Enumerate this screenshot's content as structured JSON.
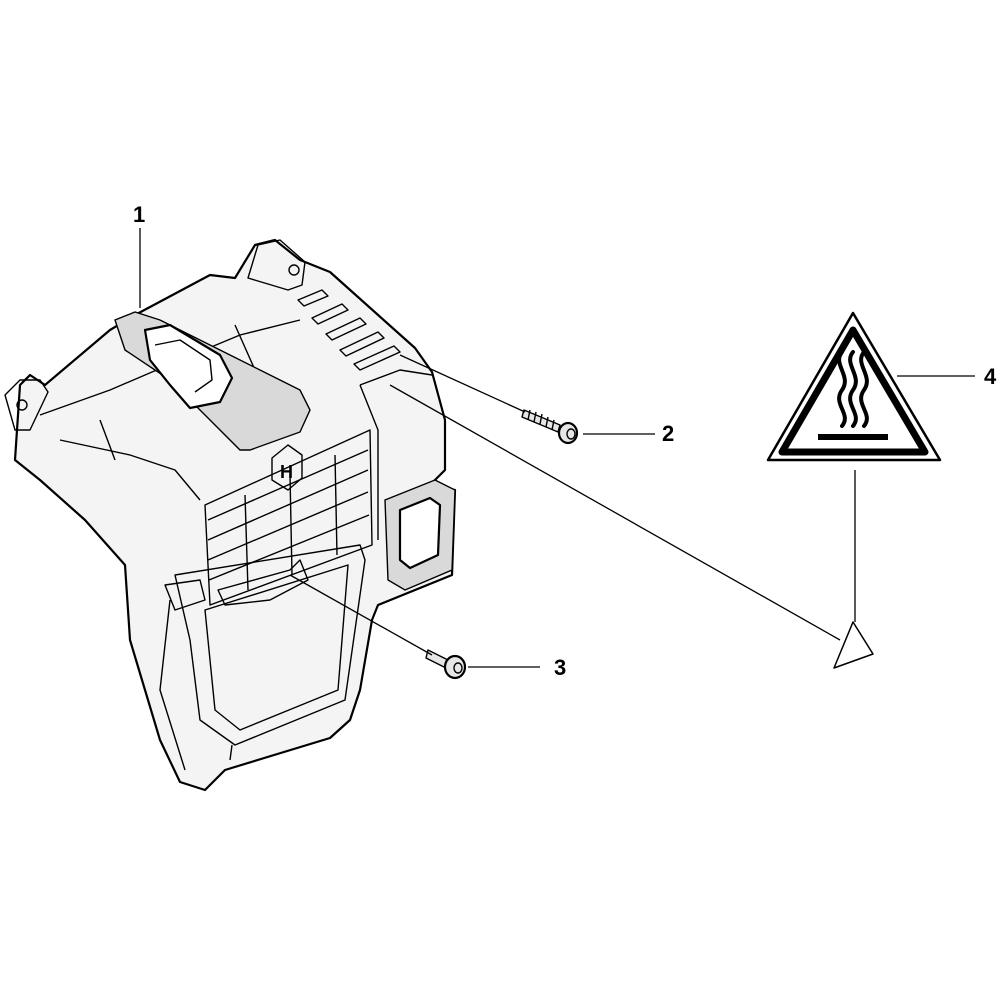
{
  "diagram": {
    "type": "exploded-parts-diagram",
    "callouts": [
      {
        "id": "1",
        "label": "1"
      },
      {
        "id": "2",
        "label": "2"
      },
      {
        "id": "3",
        "label": "3"
      },
      {
        "id": "4",
        "label": "4"
      }
    ],
    "parts": [
      {
        "callout": "1",
        "icon": "cylinder-cover-icon"
      },
      {
        "callout": "2",
        "icon": "long-screw-icon"
      },
      {
        "callout": "3",
        "icon": "short-screw-icon"
      },
      {
        "callout": "4",
        "icon": "hot-surface-warning-decal-icon"
      }
    ],
    "logo": {
      "letter": "H"
    },
    "colors": {
      "line": "#000000",
      "background": "#ffffff",
      "warning_border": "#000000"
    }
  }
}
